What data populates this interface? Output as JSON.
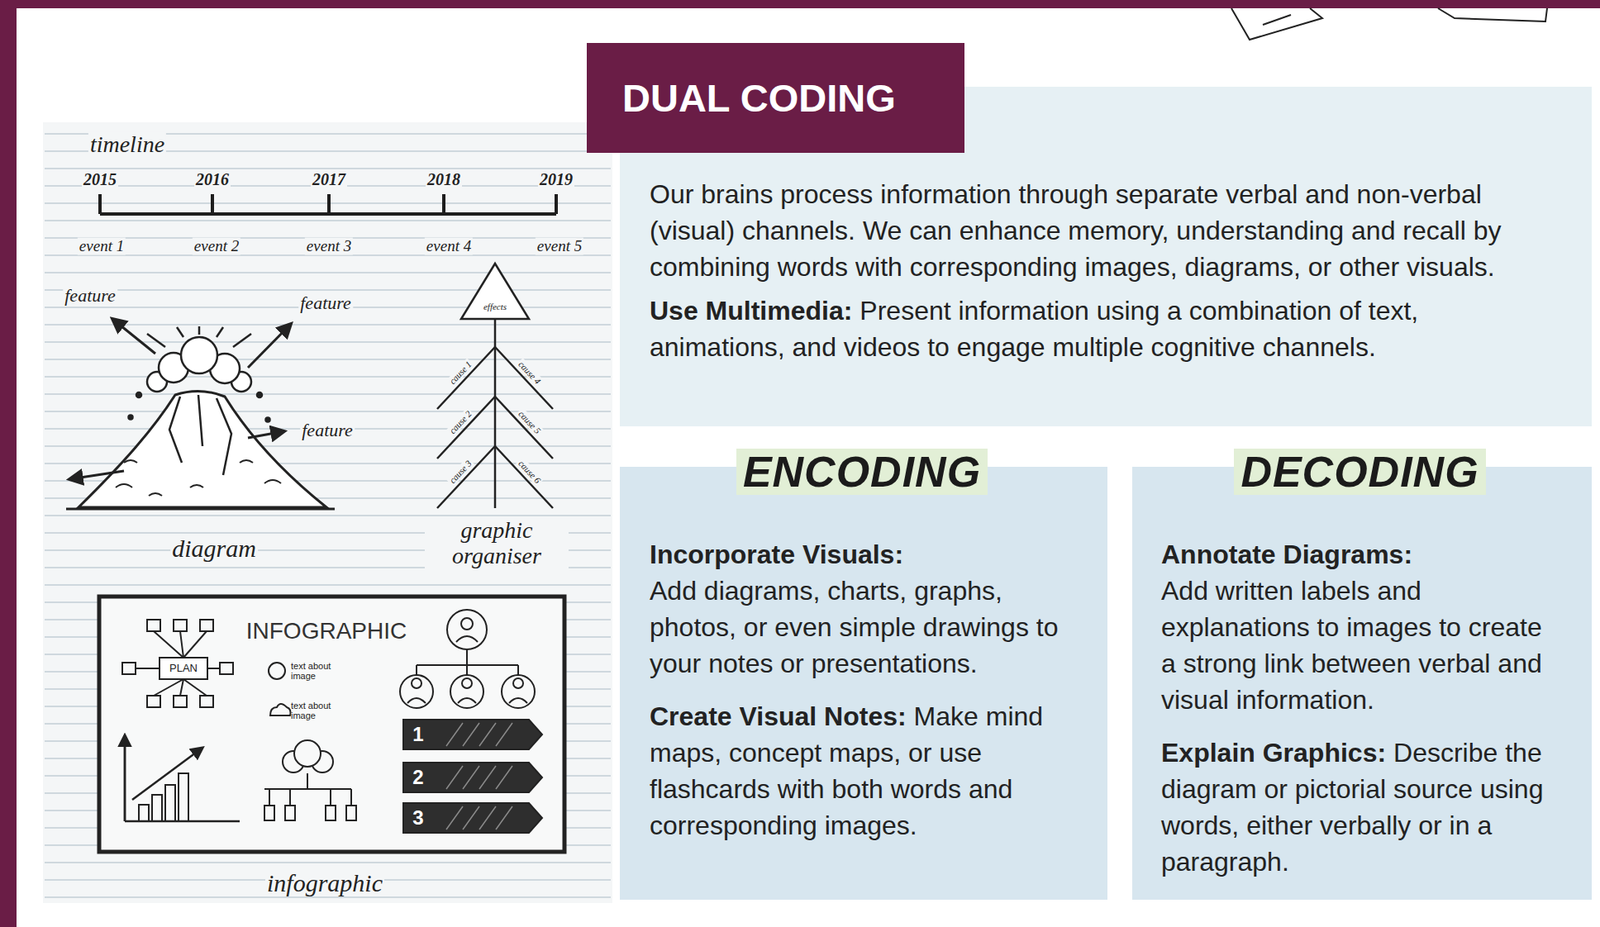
{
  "diagram": {
    "title": "DUAL CODING",
    "nodes": [
      {
        "text": [
          "Our brains process information through separate verbal and non-verbal (visual) channels. We can enhance memory, understanding and recall by combining words with corresponding images, diagrams, or other visuals.",
          "Use Multimedia:",
          "Present information using a combination of text, animations, and videos to engage multiple cognitive channels."
        ]
      },
      {
        "text": [
          "ENCODING",
          "Incorporate Visuals:",
          "Add diagrams, charts, graphs, photos, or even simple drawings to your notes or presentations.",
          "Create Visual Notes:",
          "Make mind maps, concept maps, or use flashcards with both words and corresponding images."
        ]
      },
      {
        "text": [
          "DECODING",
          "Annotate Diagrams:",
          "Add written labels and explanations to images to create a strong link between verbal and visual information.",
          "Explain Graphics:",
          "Describe the diagram or pictorial source using words, either verbally or in a paragraph."
        ]
      }
    ],
    "labels": [
      "timeline",
      "2015",
      "2016",
      "2017",
      "2018",
      "2019",
      "event 1",
      "event 2",
      "event 3",
      "event 4",
      "event 5",
      "feature",
      "feature",
      "feature",
      "effects",
      "cause 1",
      "cause 2",
      "cause 3",
      "cause 4",
      "cause 5",
      "cause 6",
      "diagram",
      "graphic organiser",
      "INFOGRAPHIC",
      "PLAN",
      "text about image",
      "text about image",
      "1",
      "2",
      "3",
      "infographic"
    ]
  }
}
